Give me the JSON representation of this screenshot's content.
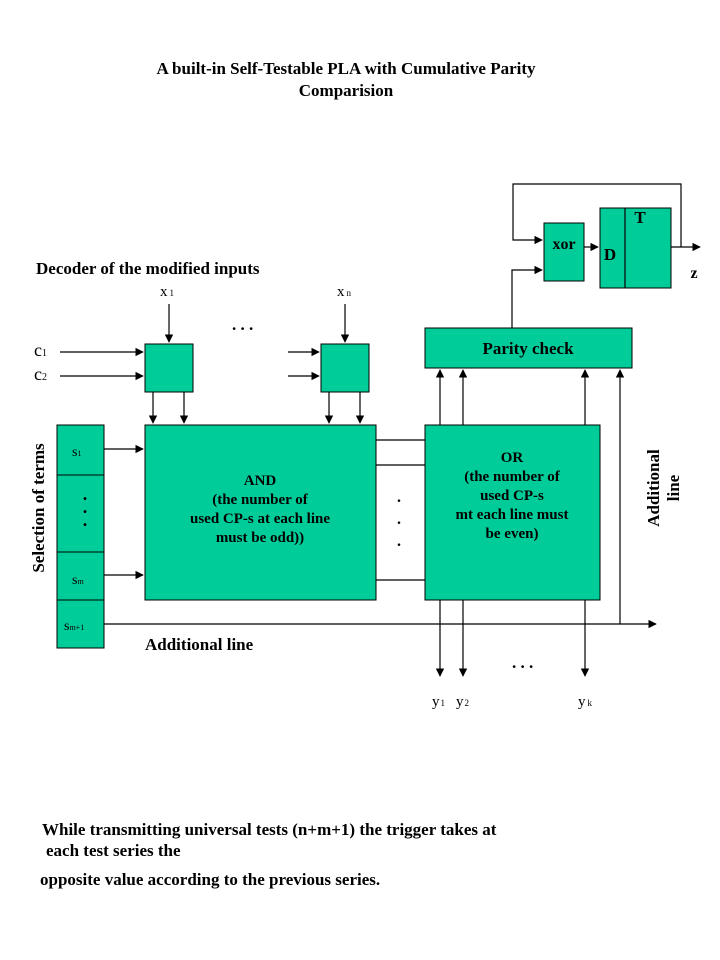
{
  "title": {
    "line1": "A built-in Self-Testable PLA with Cumulative Parity",
    "line2": "Comparision"
  },
  "labels": {
    "decoder": "Decoder of the modified inputs",
    "selection": "Selection of terms",
    "additional_line": "Additional line",
    "additional_line_vertical_1": "Additional",
    "additional_line_vertical_2": "line",
    "x1": "x",
    "x1_sub": "1",
    "xn": "x",
    "xn_sub": "n",
    "c1": "c",
    "c1_sub": "1",
    "c2": "c",
    "c2_sub": "2",
    "s1": "s",
    "s1_sub": "1",
    "sm": "s",
    "sm_sub": "m",
    "sm1": "s",
    "sm1_sub": "m+1",
    "y1": "y",
    "y1_sub": "1",
    "y2": "y",
    "y2_sub": "2",
    "yk": "y",
    "yk_sub": "k",
    "z": "z",
    "ellipsis_h": ". . .",
    "ellipsis_v": ".",
    "parity_check": "Parity check",
    "xor": "xor",
    "d": "D",
    "t": "T"
  },
  "and_block": {
    "line1": "AND",
    "line2": "(the number of",
    "line3": "used CP-s at each line",
    "line4": "must be odd))"
  },
  "or_block": {
    "line1": "OR",
    "line2": "(the number of",
    "line3": "used CP-s",
    "line4": "mt each line must",
    "line5": "be even)"
  },
  "footer": {
    "line1": "While transmitting universal tests (n+m+1) the trigger takes at",
    "line2": "each test series the",
    "line3": "opposite value according to the previous series."
  },
  "colors": {
    "block_fill": "#00cc99",
    "stroke": "#000000"
  }
}
